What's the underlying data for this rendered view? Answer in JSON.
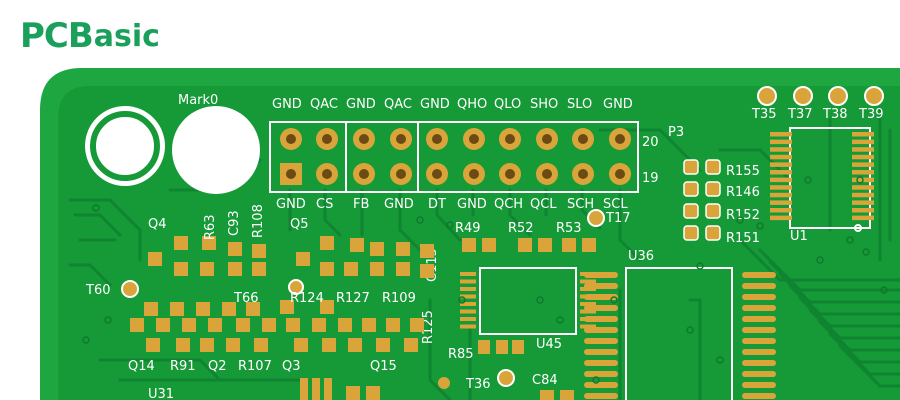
{
  "brand": {
    "logo_text_a": "PC",
    "logo_text_b": "B",
    "logo_text_c": "asic"
  },
  "colors": {
    "board": "#1aa33f",
    "board_dark": "#0f8a30",
    "trace": "#0d7a2a",
    "gold": "#d9a53a",
    "silk": "#ffffff",
    "brand": "#1aa05a"
  },
  "board_labels": {
    "mark": "Mark0",
    "header_top": [
      "GND",
      "QAC",
      "GND",
      "QAC",
      "GND",
      "QHO",
      "QLO",
      "SHO",
      "SLO",
      "GND"
    ],
    "header_bottom": [
      "GND",
      "CS",
      "FB",
      "GND",
      "DT",
      "GND",
      "QCH",
      "QCL",
      "SCH",
      "SCL"
    ],
    "p3": "P3",
    "pin20": "20",
    "pin19": "19",
    "tests_top": [
      "T35",
      "T37",
      "T38",
      "T39"
    ],
    "resistors_right": [
      "R155",
      "R146",
      "R152",
      "R151"
    ],
    "u1": "U1",
    "t17": "T17",
    "r49": "R49",
    "r52": "R52",
    "r53": "R53",
    "u36": "U36",
    "c115": "C115",
    "r125": "R125",
    "q4": "Q4",
    "r63": "R63",
    "c93": "C93",
    "r108": "R108",
    "q5": "Q5",
    "t60": "T60",
    "t66": "T66",
    "r124": "R124",
    "r127": "R127",
    "r109": "R109",
    "q14": "Q14",
    "r91": "R91",
    "q2": "Q2",
    "r107": "R107",
    "q3": "Q3",
    "q15": "Q15",
    "r85": "R85",
    "u45": "U45",
    "t36": "T36",
    "c84": "C84",
    "u31": "U31"
  }
}
